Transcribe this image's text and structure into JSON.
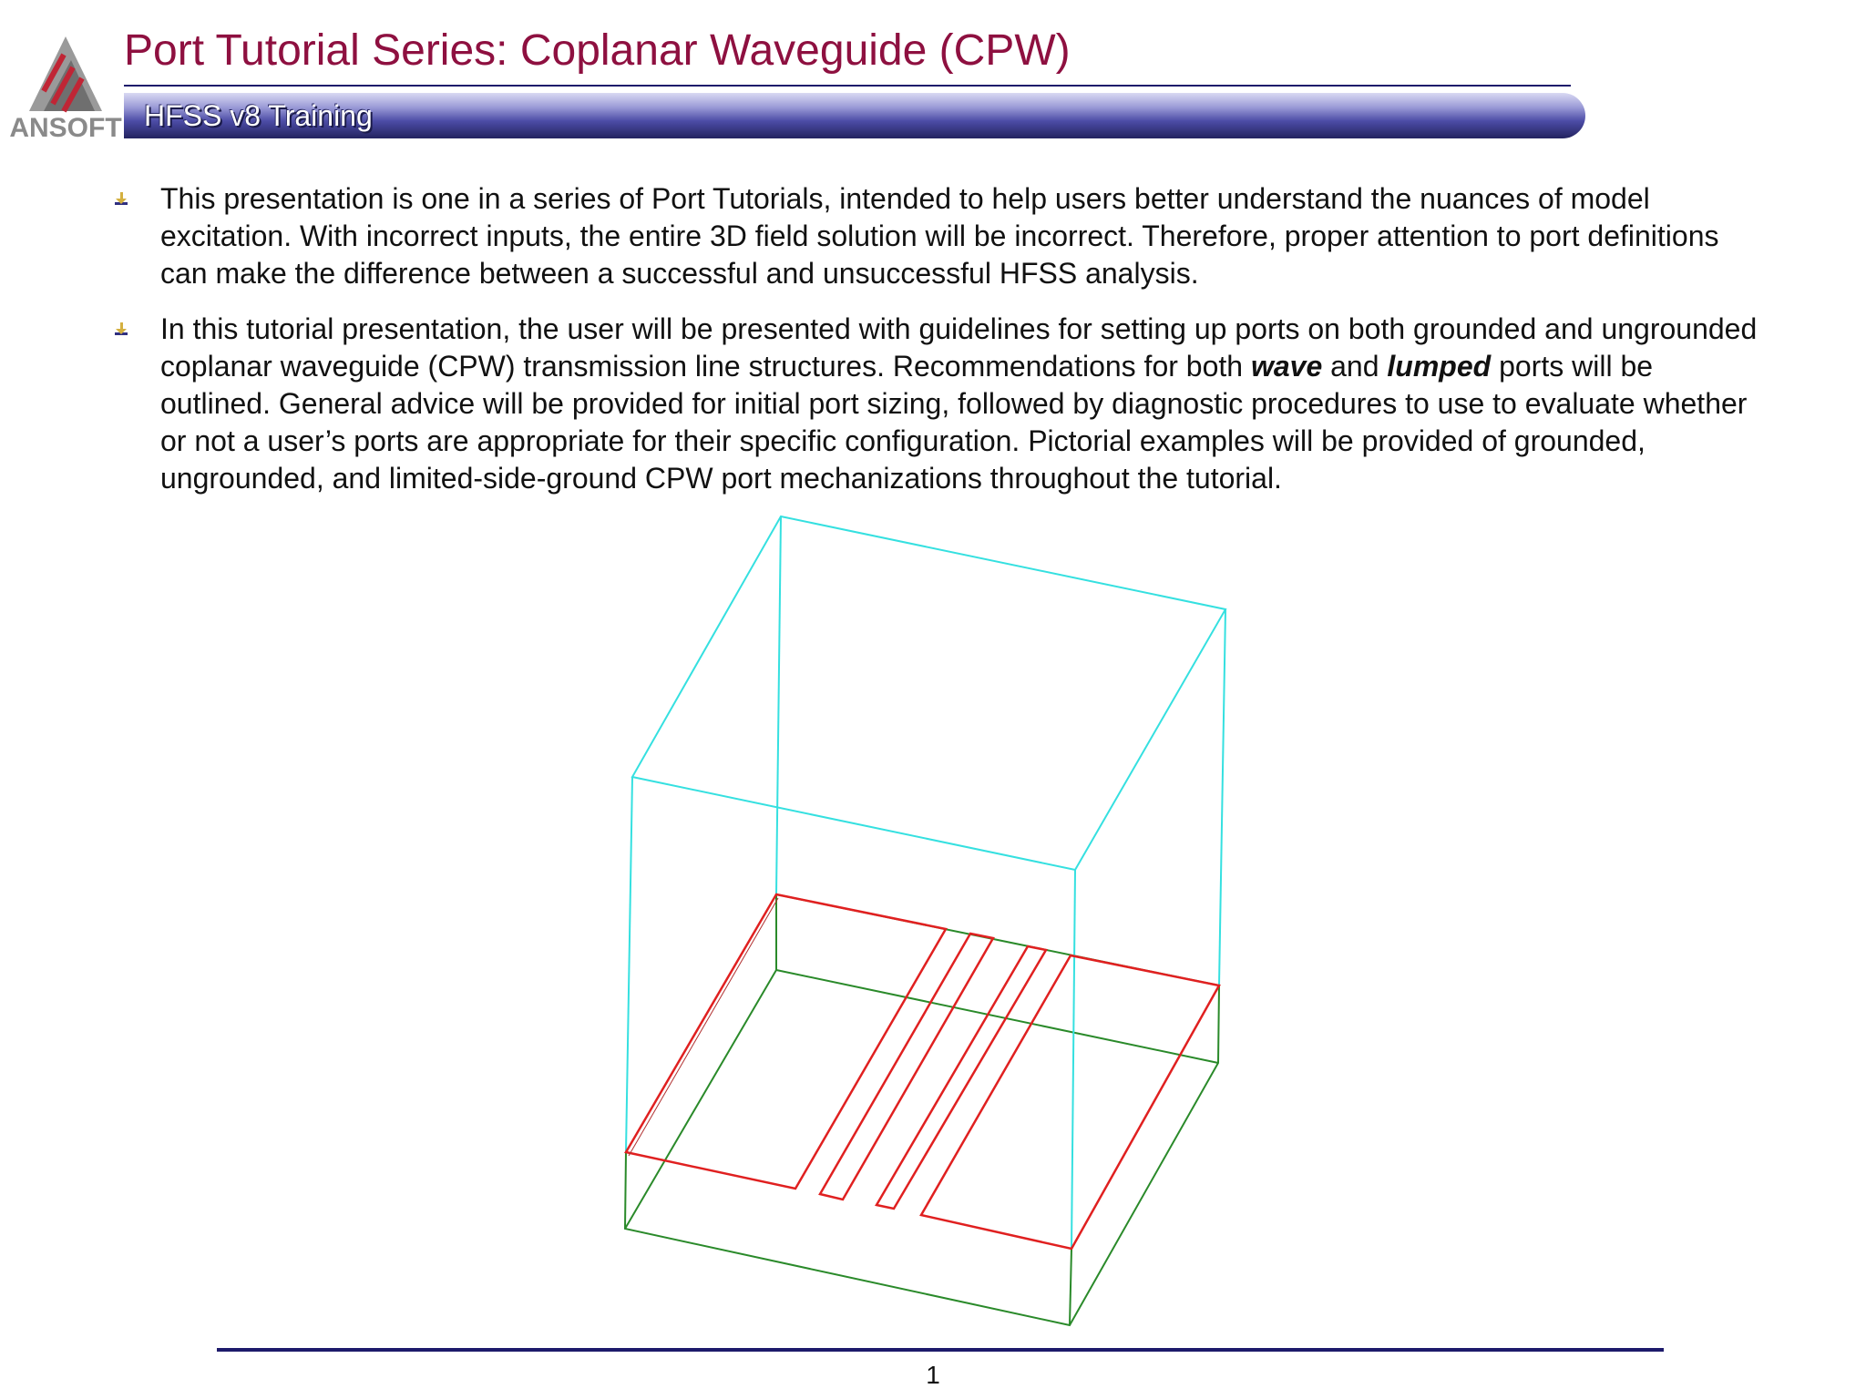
{
  "brand": {
    "logo_text": "ANSOFT",
    "logo_icon": "ansoft-mountain-icon",
    "accent_color": "#8e1040",
    "navy_color": "#1d1a6b"
  },
  "header": {
    "title": "Port Tutorial Series:  Coplanar Waveguide (CPW)",
    "subtitle": "HFSS v8 Training"
  },
  "bullets": [
    {
      "icon": "arrow-down-bullet-icon",
      "text": "This presentation is one in a series of Port Tutorials, intended to help users better understand the nuances of model excitation.  With incorrect inputs, the entire 3D field solution will be incorrect.  Therefore, proper attention to port definitions can make the difference between a successful and unsuccessful HFSS analysis."
    },
    {
      "icon": "arrow-down-bullet-icon",
      "text_1": "In this tutorial presentation, the user will be presented with guidelines for setting up ports on both grounded and ungrounded coplanar waveguide (CPW) transmission line structures.  Recommendations for both ",
      "em_1": "wave",
      "text_2": " and ",
      "em_2": "lumped",
      "text_3": " ports will be outlined.  General advice will be provided for initial port sizing, followed by diagnostic procedures to use to evaluate whether or not a user’s ports are appropriate for their specific configuration.  Pictorial examples will be provided of grounded, ungrounded, and limited-side-ground CPW port mechanizations throughout the tutorial."
    }
  ],
  "figure": {
    "air_box_color": "#35e0e0",
    "substrate_color": "#2a8a2a",
    "conductor_color": "#e02020"
  },
  "footer": {
    "page_number": "1"
  }
}
